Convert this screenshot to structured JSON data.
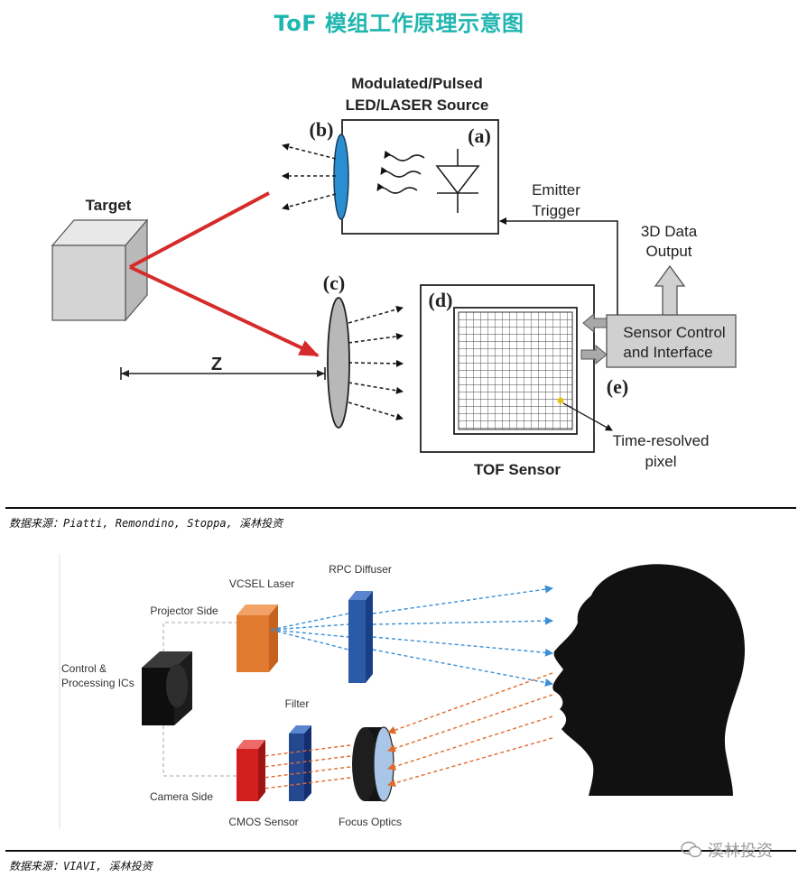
{
  "title": "ToF 模组工作原理示意图",
  "diagram1": {
    "source_title_line1": "Modulated/Pulsed",
    "source_title_line2": "LED/LASER Source",
    "label_a": "(a)",
    "label_b": "(b)",
    "label_c": "(c)",
    "label_d": "(d)",
    "label_e": "(e)",
    "target": "Target",
    "z": "Z",
    "emitter_line1": "Emitter",
    "emitter_line2": "Trigger",
    "output_line1": "3D Data",
    "output_line2": "Output",
    "control_line1": "Sensor Control",
    "control_line2": "and Interface",
    "pixel_line1": "Time-resolved",
    "pixel_line2": "pixel",
    "sensor": "TOF Sensor"
  },
  "source1": "数据来源：Piatti, Remondino, Stoppa, 溪林投资",
  "diagram2": {
    "vcsel": "VCSEL Laser",
    "rpc": "RPC Diffuser",
    "projector": "Projector Side",
    "control_line1": "Control &",
    "control_line2": "Processing ICs",
    "filter": "Filter",
    "camera": "Camera Side",
    "cmos": "CMOS Sensor",
    "optics": "Focus Optics"
  },
  "source2": "数据来源：VIAVI, 溪林投资",
  "watermark": "溪林投资",
  "colors": {
    "title": "#1fb6b0",
    "laser_red": "#d62b2b",
    "lens_blue": "#1e6fb5",
    "vcsel_orange": "#e07a2e",
    "diffuser_blue": "#2a5aa8",
    "cmos_red": "#d3201e",
    "beam_blue": "#3a8fd6",
    "beam_orange": "#e06a2c"
  }
}
